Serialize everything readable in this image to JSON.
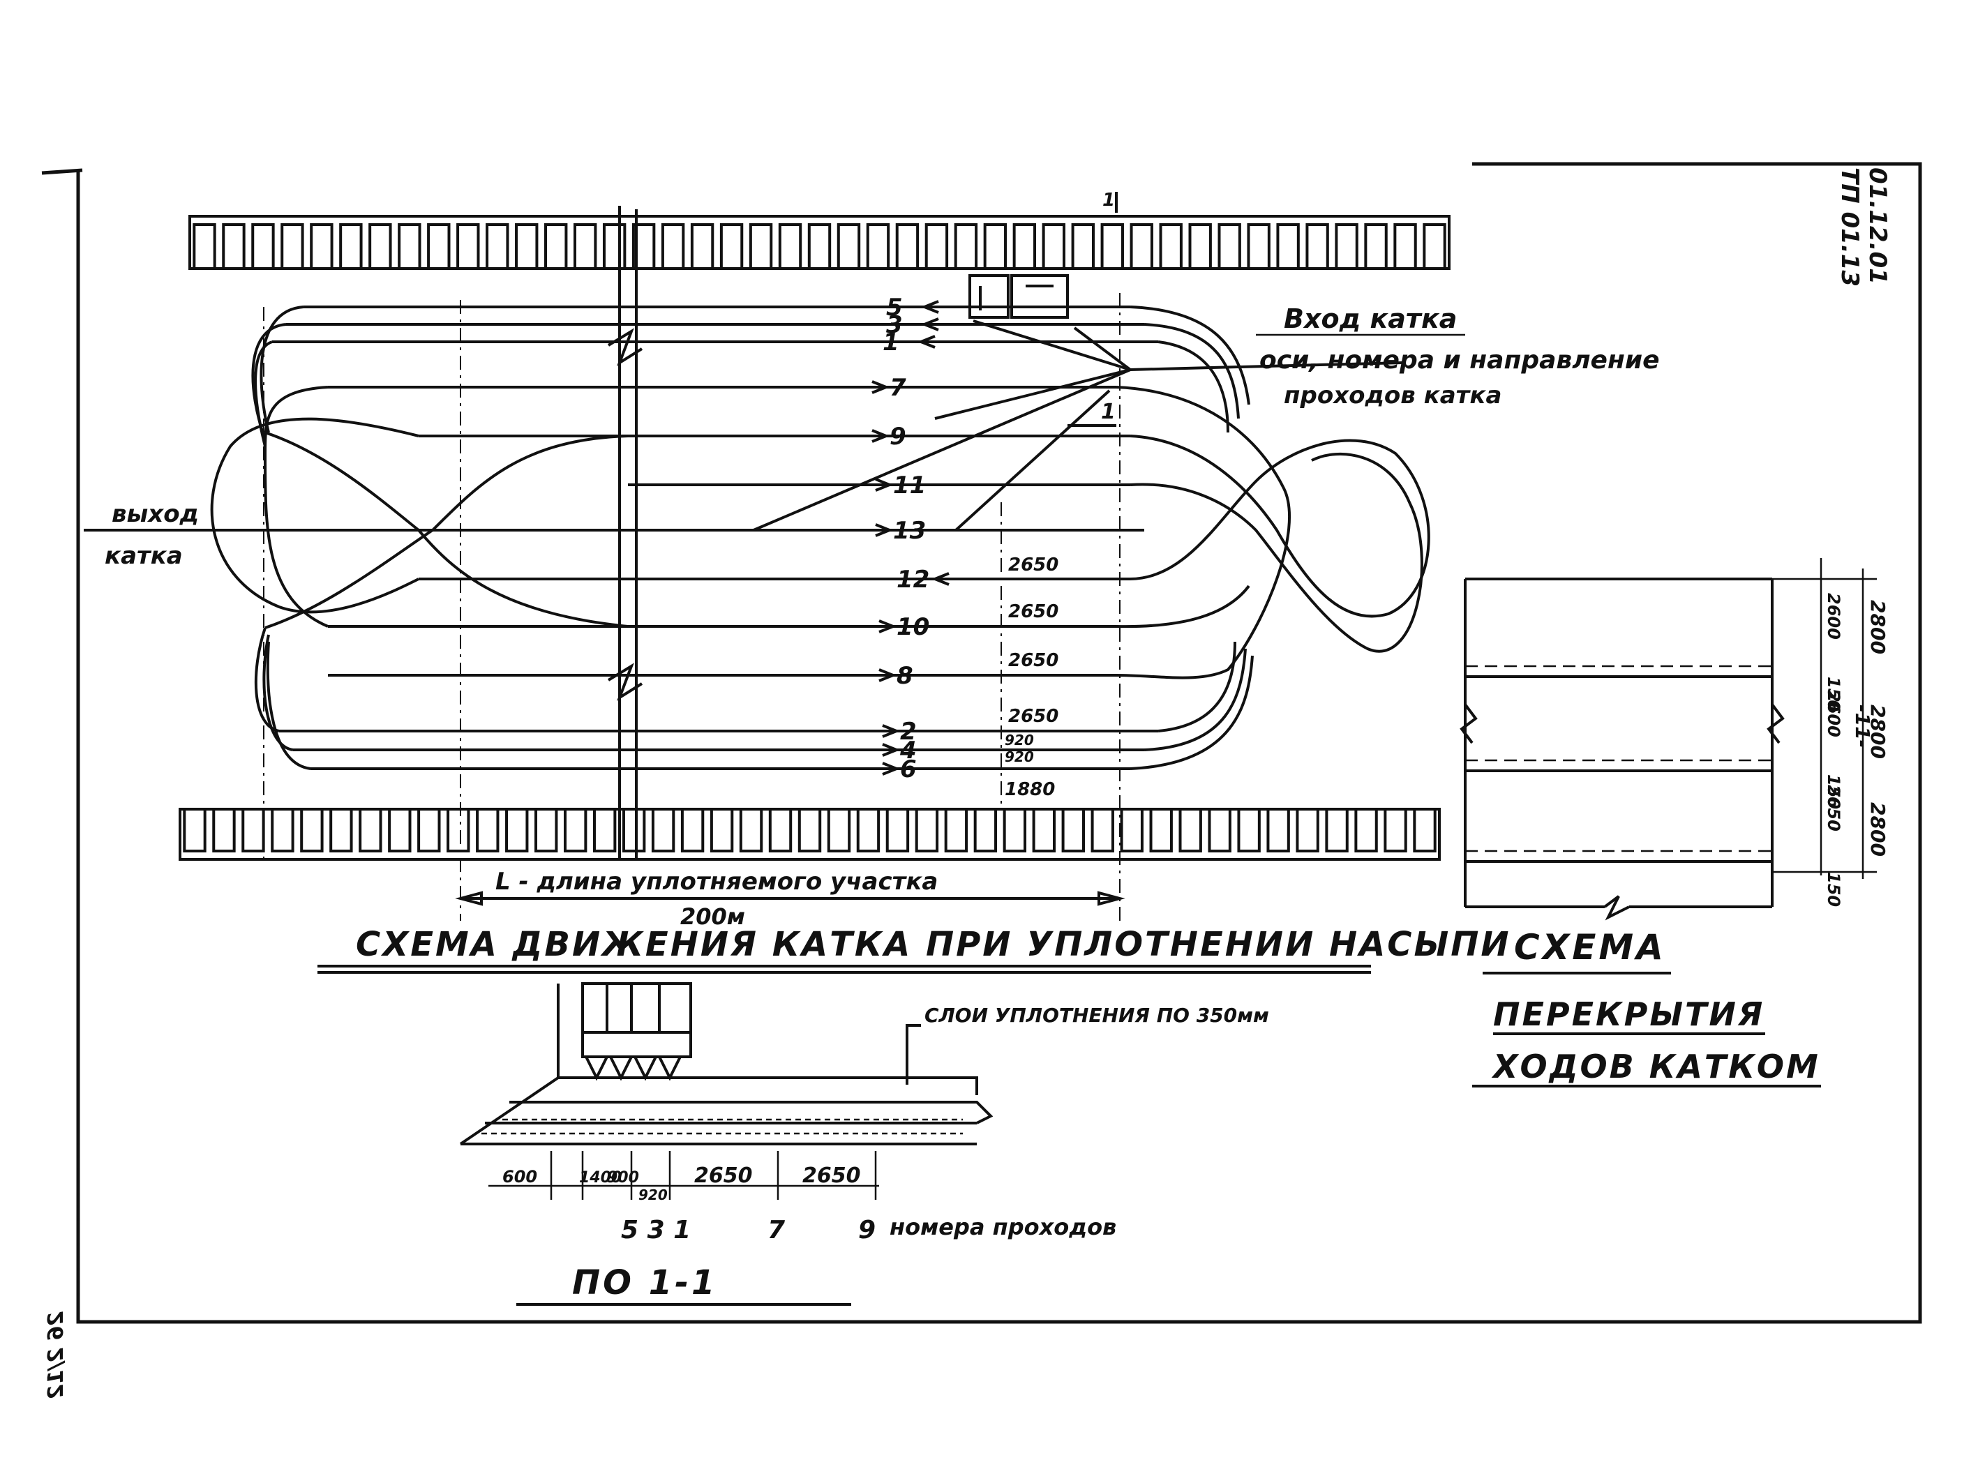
{
  "side_codes": {
    "top": "01.12.01",
    "bottom": "ТП 01.13"
  },
  "page_mark": "-11-",
  "left_margin_stamp": "26  2/12",
  "section_mark": "1",
  "main_scheme": {
    "title": "СХЕМА ДВИЖЕНИЯ КАТКА ПРИ УПЛОТНЕНИИ НАСЫПИ",
    "entry_label": "Вход катка",
    "axis_note_line1": "оси, номера и направление",
    "axis_note_line2": "проходов катка",
    "exit_line1": "выход",
    "exit_line2": "катка",
    "pass_numbers": [
      "5",
      "3",
      "1",
      "7",
      "9",
      "11",
      "13",
      "12",
      "10",
      "8",
      "2",
      "4",
      "6"
    ],
    "angle_mark": "1",
    "dims": [
      "2650",
      "2650",
      "2650",
      "2650",
      "920",
      "920",
      "1880"
    ],
    "length_label": "L - длина уплотняемого участка",
    "length_value": "200м"
  },
  "overlap_scheme": {
    "title_line1": "СХЕМА",
    "title_line2": "ПЕРЕКРЫТИЯ",
    "title_line3": "ХОДОВ КАТКОМ",
    "right_dims": [
      "2800",
      "2800",
      "2800"
    ],
    "left_dims": [
      "2600",
      "150",
      "2600",
      "150",
      "2650",
      "150"
    ]
  },
  "section": {
    "title": "ПО 1-1",
    "layer_label": "СЛОИ УПЛОТНЕНИЯ ПО 350мм",
    "dims": [
      "600",
      "1400",
      "900",
      "920",
      "2650",
      "2650"
    ],
    "pass_numbers": [
      "5 3 1",
      "7",
      "9"
    ],
    "pass_label": "номера проходов"
  }
}
